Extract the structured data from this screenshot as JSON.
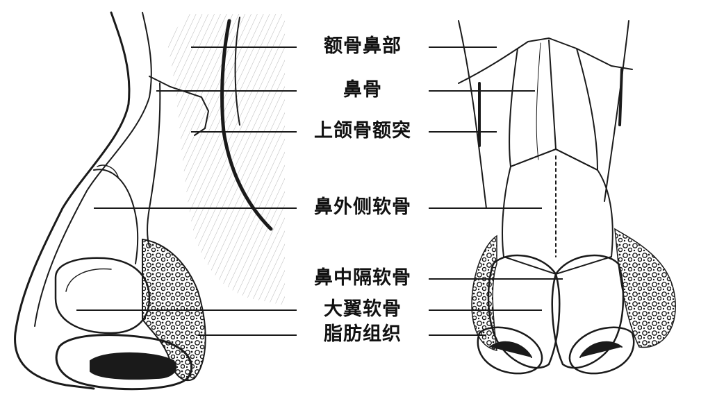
{
  "labels": {
    "frontal_bone_nasal_part": "额骨鼻部",
    "nasal_bone": "鼻骨",
    "maxilla_frontal_process": "上颌骨额突",
    "lateral_nasal_cartilage": "鼻外侧软骨",
    "septal_cartilage": "鼻中隔软骨",
    "major_alar_cartilage": "大翼软骨",
    "fatty_tissue": "脂肪组织"
  },
  "colors": {
    "ink": "#1a1a1a",
    "background": "#ffffff"
  }
}
